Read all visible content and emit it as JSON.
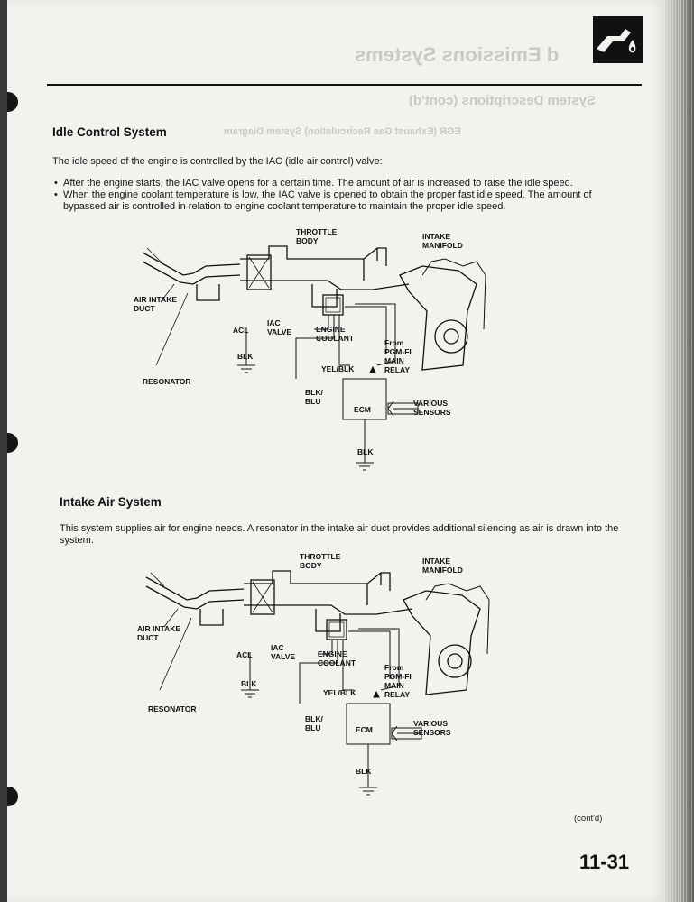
{
  "section": {
    "mirror_title": "d Emissions Systems",
    "mirror_subtitle": "System Descriptions (cont'd)",
    "mirror_line": "EGR (Exhaust Gas Recirculation) System Diagram"
  },
  "idle": {
    "heading": "Idle Control System",
    "intro": "The idle speed of the engine is controlled by the IAC (idle air control) valve:",
    "bullets": [
      "After the engine starts, the IAC valve opens for a certain time. The amount of air is increased to raise the idle speed.",
      "When the engine coolant temperature is low, the IAC valve is opened to obtain the proper fast idle speed. The amount of bypassed air is controlled in relation to engine coolant temperature to maintain the proper idle speed."
    ]
  },
  "intake": {
    "heading": "Intake Air System",
    "text": "This system supplies air for engine needs. A resonator in the intake air duct provides additional silencing as air is drawn into the system."
  },
  "diagram1": {
    "throttle_a": "THROTTLE",
    "throttle_b": "BODY",
    "manifold_a": "INTAKE",
    "manifold_b": "MANIFOLD",
    "duct_a": "AIR INTAKE",
    "duct_b": "DUCT",
    "acl": "ACL",
    "iac_a": "IAC",
    "iac_b": "VALVE",
    "coolant_a": "ENGINE",
    "coolant_b": "COOLANT",
    "from_a": "From",
    "from_b": "PGM-FI",
    "from_c": "MAIN",
    "from_d": "RELAY",
    "blk_left": "BLK",
    "yelblk": "YEL/BLK",
    "resonator": "RESONATOR",
    "blkblu_a": "BLK/",
    "blkblu_b": "BLU",
    "ecm": "ECM",
    "sensors_a": "VARIOUS",
    "sensors_b": "SENSORS",
    "blk_bottom": "BLK"
  },
  "diagram2": {
    "throttle_a": "THROTTLE",
    "throttle_b": "BODY",
    "manifold_a": "INTAKE",
    "manifold_b": "MANIFOLD",
    "duct_a": "AIR INTAKE",
    "duct_b": "DUCT",
    "acl": "ACL",
    "iac_a": "IAC",
    "iac_b": "VALVE",
    "coolant_a": "ENGINE",
    "coolant_b": "COOLANT",
    "from_a": "From",
    "from_b": "PGM-FI",
    "from_c": "MAIN",
    "from_d": "RELAY",
    "blk_left": "BLK",
    "yelblk": "YEL/BLK",
    "resonator": "RESONATOR",
    "blkblu_a": "BLK/",
    "blkblu_b": "BLU",
    "ecm": "ECM",
    "sensors_a": "VARIOUS",
    "sensors_b": "SENSORS",
    "blk_bottom": "BLK"
  },
  "footer": {
    "contd": "(cont'd)",
    "page_number": "11-31"
  },
  "icons": {
    "section_tab": "emissions-nozzle-icon"
  },
  "colors": {
    "paper": "#f3f2ef",
    "ink": "#111111",
    "bleed": "#c9c8c4"
  }
}
